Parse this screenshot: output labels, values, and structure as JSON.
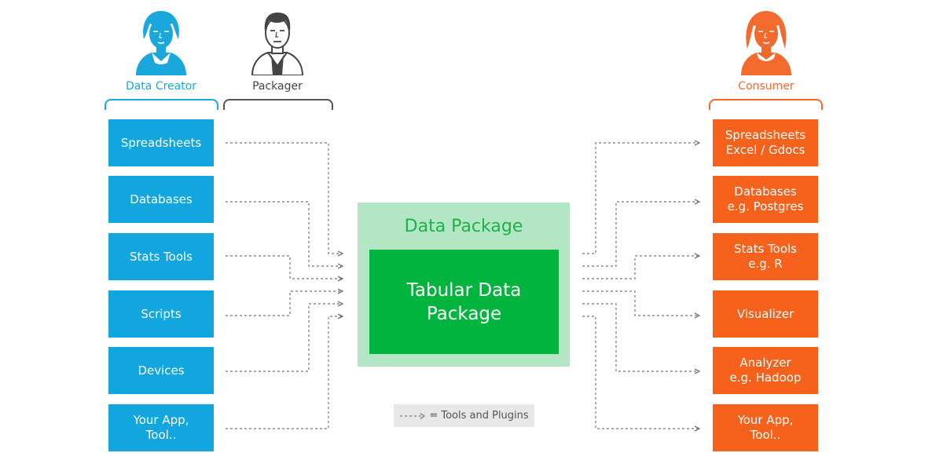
{
  "personas": {
    "creator": {
      "label": "Data Creator",
      "icon": "woman-avatar-icon"
    },
    "packager": {
      "label": "Packager",
      "icon": "man-avatar-icon"
    },
    "consumer": {
      "label": "Consumer",
      "icon": "woman-avatar-icon"
    }
  },
  "sources": [
    "Spreadsheets",
    "Databases",
    "Stats Tools",
    "Scripts",
    "Devices",
    "Your App,\nTool.."
  ],
  "package": {
    "outer_title": "Data Package",
    "inner_title": "Tabular Data\nPackage"
  },
  "consumers": [
    "Spreadsheets\nExcel / Gdocs",
    "Databases\ne.g. Postgres",
    "Stats Tools\ne.g. R",
    "Visualizer",
    "Analyzer\ne.g. Hadoop",
    "Your App,\nTool.."
  ],
  "legend": {
    "label": "= Tools and Plugins"
  },
  "colors": {
    "creator": "#12a6df",
    "packager": "#555555",
    "consumer": "#f6621c",
    "package_outer": "#b3e6c5",
    "package_inner": "#00b43d",
    "arrow": "#777777"
  }
}
